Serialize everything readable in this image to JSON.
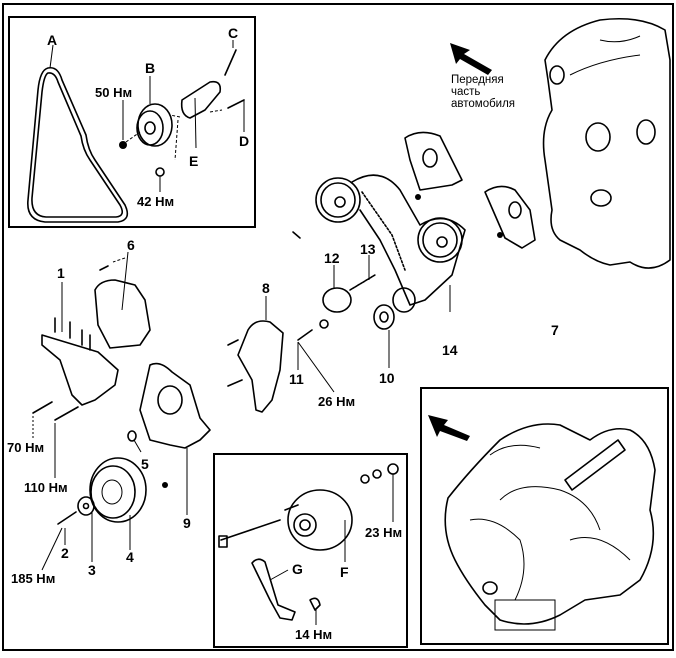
{
  "title": "Timing belt and drive components exploded view",
  "inset_top_left": {
    "labels": {
      "A": "A",
      "B": "B",
      "C": "C",
      "D": "D",
      "E": "E"
    },
    "torques": {
      "b_nut": "50 Нм",
      "e_bolt": "42 Нм"
    }
  },
  "direction_note": {
    "lines": [
      "Передняя",
      "часть",
      "автомобиля"
    ],
    "arrow": "arrow-up-left-icon"
  },
  "main_callouts": {
    "n1": "1",
    "n2": "2",
    "n3": "3",
    "n4": "4",
    "n5": "5",
    "n6": "6",
    "n7": "7",
    "n8": "8",
    "n9": "9",
    "n10": "10",
    "n11": "11",
    "n12": "12",
    "n13": "13",
    "n14": "14"
  },
  "main_torques": {
    "t70": "70 Нм",
    "t110": "110 Нм",
    "t185": "185 Нм",
    "t26": "26 Нм"
  },
  "inset_alternator": {
    "labels": {
      "F": "F",
      "G": "G"
    },
    "torques": {
      "nut": "23 Нм",
      "bolt": "14 Нм"
    }
  },
  "inset_engine": {
    "arrow": "arrow-up-left-icon"
  }
}
